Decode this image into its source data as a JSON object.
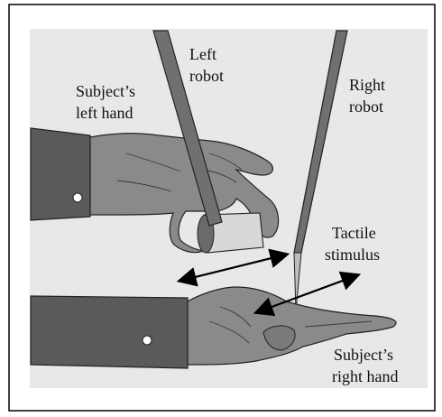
{
  "labels": {
    "left_robot": [
      "Left",
      "robot"
    ],
    "right_robot": [
      "Right",
      "robot"
    ],
    "subject_left_hand": [
      "Subject’s",
      "left hand"
    ],
    "subject_right_hand": [
      "Subject’s",
      "right hand"
    ],
    "tactile_stimulus": [
      "Tactile",
      "stimulus"
    ]
  },
  "colors": {
    "border": "#000000",
    "background": "#e9e9e9",
    "sleeve": "#5a5a5a",
    "skin": "#8a8a8a",
    "robot": "#707070",
    "text": "#111111"
  }
}
